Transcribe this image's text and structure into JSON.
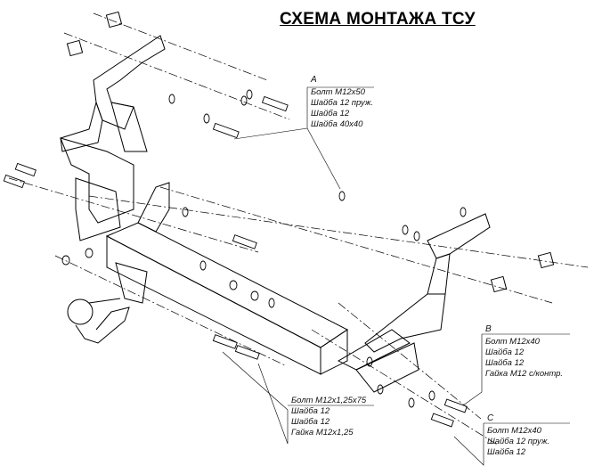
{
  "title": "СХЕМА МОНТАЖА ТСУ",
  "callouts": [
    {
      "letter": "A",
      "items": [
        "Болт М12х50",
        "Шайба 12 пруж.",
        "Шайба 12",
        "Шайба 40х40"
      ]
    },
    {
      "letter": "",
      "items": [
        "Болт М12х1,25х75",
        "Шайба 12",
        "Шайба 12",
        "Гайка М12х1,25"
      ]
    },
    {
      "letter": "B",
      "items": [
        "Болт М12х40",
        "Шайба 12",
        "Шайба 12",
        "Гайка М12 с/контр."
      ]
    },
    {
      "letter": "C",
      "items": [
        "Болт М12х40",
        "Шайба 12 пруж.",
        "Шайба 12"
      ]
    }
  ]
}
